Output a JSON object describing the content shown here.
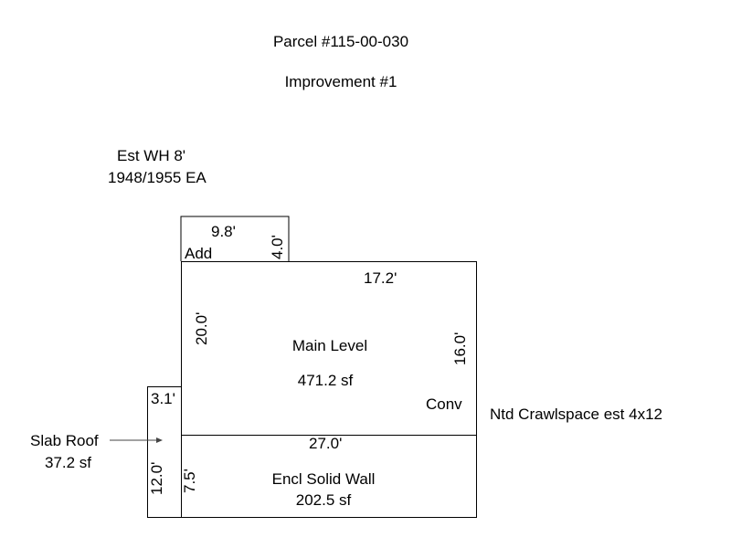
{
  "title": "Parcel #115-00-030",
  "subtitle": "Improvement #1",
  "notes": {
    "wall_height": "Est WH 8'",
    "year": "1948/1955 EA"
  },
  "areas": {
    "addition": {
      "label": "Add",
      "width_dim": "9.8'",
      "height_dim": "4.0'"
    },
    "main": {
      "label": "Main Level",
      "area": "471.2 sf",
      "top_dim": "17.2'",
      "left_dim": "20.0'",
      "right_dim": "16.0'",
      "note": "Conv"
    },
    "lower": {
      "label": "Encl Solid Wall",
      "area": "202.5 sf",
      "top_dim": "27.0'",
      "left_dim": "7.5'"
    },
    "slab": {
      "label": "Slab Roof",
      "area": "37.2 sf",
      "width_dim": "3.1'",
      "height_dim": "12.0'"
    }
  },
  "crawlspace_note": "Ntd Crawlspace est 4x12"
}
